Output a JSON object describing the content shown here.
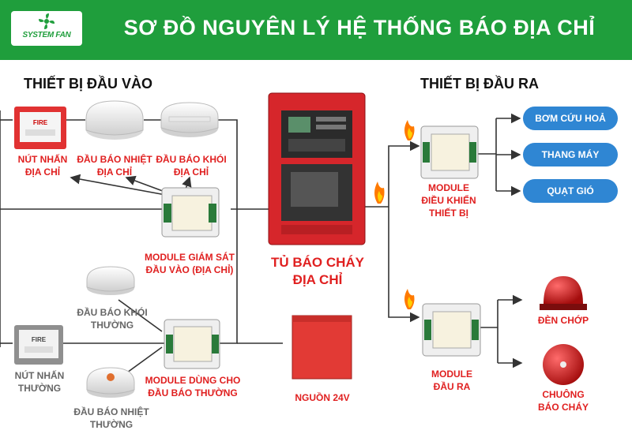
{
  "header": {
    "logo_text": "SYSTEM FAN",
    "title": "SƠ ĐỒ NGUYÊN LÝ HỆ THỐNG BÁO ĐỊA CHỈ"
  },
  "sections": {
    "input": "THIẾT BỊ ĐẦU VÀO",
    "output": "THIẾT BỊ ĐẦU RA"
  },
  "inputs": {
    "addr_call_point": [
      "NÚT NHẤN",
      "ĐỊA CHỈ"
    ],
    "heat_detector": [
      "ĐẦU BÁO NHIỆT",
      "ĐỊA CHỈ"
    ],
    "smoke_detector": [
      "ĐẦU BÁO KHÓI",
      "ĐỊA CHỈ"
    ],
    "monitor_module": [
      "MODULE GIÁM SÁT",
      "ĐẦU VÀO (ĐỊA CHỈ)"
    ],
    "conv_smoke": [
      "ĐẦU BÁO KHÓI",
      "THƯỜNG"
    ],
    "conv_call_point": [
      "NÚT NHẤN",
      "THƯỜNG"
    ],
    "conv_heat": [
      "ĐẦU BÁO NHIỆT",
      "THƯỜNG"
    ],
    "conv_module": [
      "MODULE DÙNG CHO",
      "ĐẦU BÁO THƯỜNG"
    ],
    "fire_label": "FIRE"
  },
  "panel": [
    "TỦ BÁO CHÁY",
    "ĐỊA CHỈ"
  ],
  "power": "NGUỒN 24V",
  "outputs": {
    "control_module": [
      "MODULE",
      "ĐIỀU KHIỂN",
      "THIẾT BỊ"
    ],
    "targets": [
      "BƠM CỨU HOẢ",
      "THANG MÁY",
      "QUẠT GIÓ"
    ],
    "output_module": [
      "MODULE",
      "ĐẦU RA"
    ],
    "strobe": "ĐÈN CHỚP",
    "bell": [
      "CHUÔNG",
      "BÁO CHÁY"
    ]
  },
  "colors": {
    "header_bg": "#1f9e3c",
    "label_red": "#e02020",
    "label_gray": "#666666",
    "pill_blue": "#2f86d3",
    "panel_red": "#d6262b"
  }
}
